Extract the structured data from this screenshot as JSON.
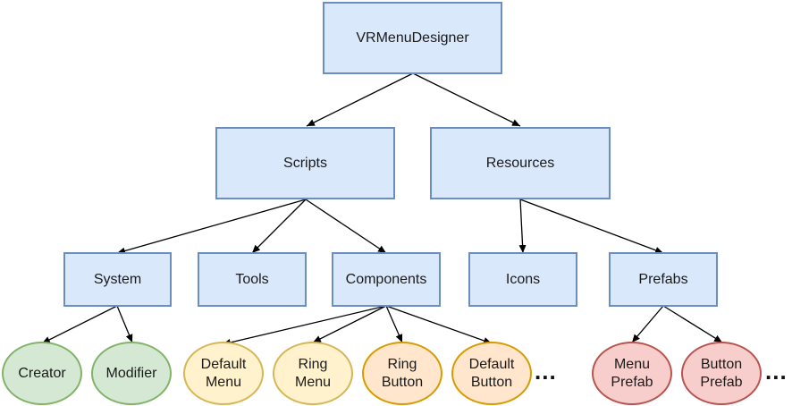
{
  "nodes": {
    "root": "VRMenuDesigner",
    "scripts": "Scripts",
    "resources": "Resources",
    "system": "System",
    "tools": "Tools",
    "components": "Components",
    "icons": "Icons",
    "prefabs": "Prefabs",
    "creator": "Creator",
    "modifier": "Modifier",
    "default_menu": "Default\nMenu",
    "ring_menu": "Ring\nMenu",
    "ring_button": "Ring\nButton",
    "default_button": "Default\nButton",
    "menu_prefab": "Menu\nPrefab",
    "button_prefab": "Button\nPrefab",
    "ellipsis": "..."
  },
  "colors": {
    "box_fill": "#dae8fc",
    "box_stroke": "#6c8ebf",
    "green_fill": "#d5e8d4",
    "yellow_fill": "#fff2cc",
    "orange_fill": "#ffe6cc",
    "red_fill": "#f8cecc"
  }
}
